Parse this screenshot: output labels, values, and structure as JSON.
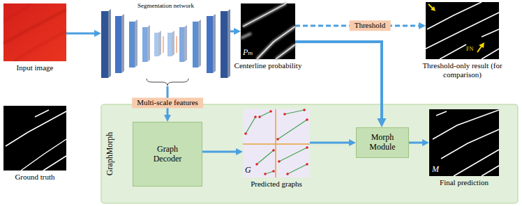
{
  "diagram": {
    "nodes": [
      {
        "text": [
          "Input image"
        ]
      },
      {
        "text": [
          "Segmentation network"
        ]
      },
      {
        "text": [
          "Centerline probability"
        ]
      },
      {
        "text": [
          "Threshold-only result (for comparison)"
        ]
      },
      {
        "text": [
          "Ground truth"
        ]
      },
      {
        "text": [
          "GraphMorph"
        ]
      },
      {
        "text": [
          "Graph Decoder"
        ],
        "in": 5
      },
      {
        "text": [
          "Predicted graphs"
        ],
        "in": 5
      },
      {
        "text": [
          "Morph Module"
        ],
        "in": 5
      },
      {
        "text": [
          "Final prediction"
        ],
        "in": 5
      }
    ],
    "edges": [
      {
        "from": 0,
        "to": 1,
        "arrow": "to"
      },
      {
        "from": 1,
        "to": 2,
        "arrow": "to"
      },
      {
        "from": 2,
        "to": 3,
        "arrow": "to",
        "label": "Threshold"
      },
      {
        "from": 1,
        "to": 6,
        "arrow": "to",
        "label": "Multi-scale features"
      },
      {
        "from": 6,
        "to": 7,
        "arrow": "to"
      },
      {
        "from": 7,
        "to": 8,
        "arrow": "to"
      },
      {
        "from": 2,
        "to": 8,
        "arrow": "to"
      },
      {
        "from": 8,
        "to": 9,
        "arrow": "to"
      }
    ],
    "labels": [
      "Pₘ",
      "FN",
      "G",
      "M"
    ]
  }
}
